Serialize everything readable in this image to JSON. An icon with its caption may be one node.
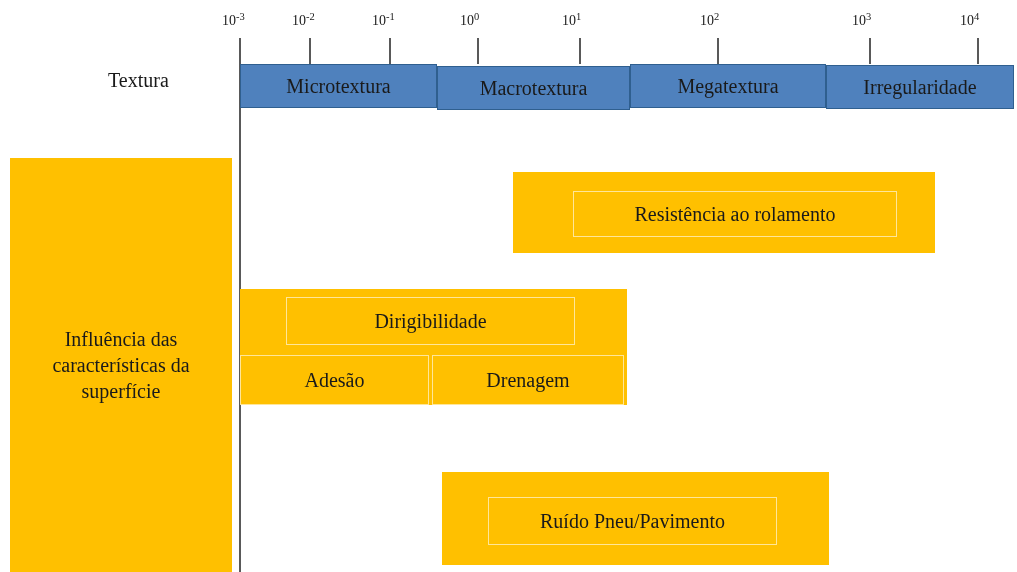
{
  "diagram": {
    "nodes": [
      {
        "text": [
          "Microtextura"
        ]
      },
      {
        "text": [
          "Macrotextura"
        ]
      },
      {
        "text": [
          "Megatextura"
        ]
      },
      {
        "text": [
          "Irregularidade"
        ]
      },
      {
        "text": [
          "Influência das características da superfície"
        ]
      },
      {
        "text": [],
        "shape": "box"
      },
      {
        "text": [
          "Resistência ao rolamento"
        ],
        "in": 5
      },
      {
        "text": [],
        "shape": "box"
      },
      {
        "text": [
          "Dirigibilidade"
        ],
        "in": 7
      },
      {
        "text": [
          "Adesão"
        ],
        "in": 7
      },
      {
        "text": [
          "Drenagem"
        ],
        "in": 7
      },
      {
        "text": [],
        "shape": "box"
      },
      {
        "text": [
          "Ruído Pneu/Pavimento"
        ],
        "in": 11
      }
    ],
    "edges": [],
    "labels": [
      "10$^{-3}$",
      "10$^{-2}$",
      "10$^{-1}$",
      "10$^{0}$",
      "10$^{1}$",
      "10$^{2}$",
      "10$^{3}$",
      "10$^{4}$",
      "Textura"
    ]
  }
}
